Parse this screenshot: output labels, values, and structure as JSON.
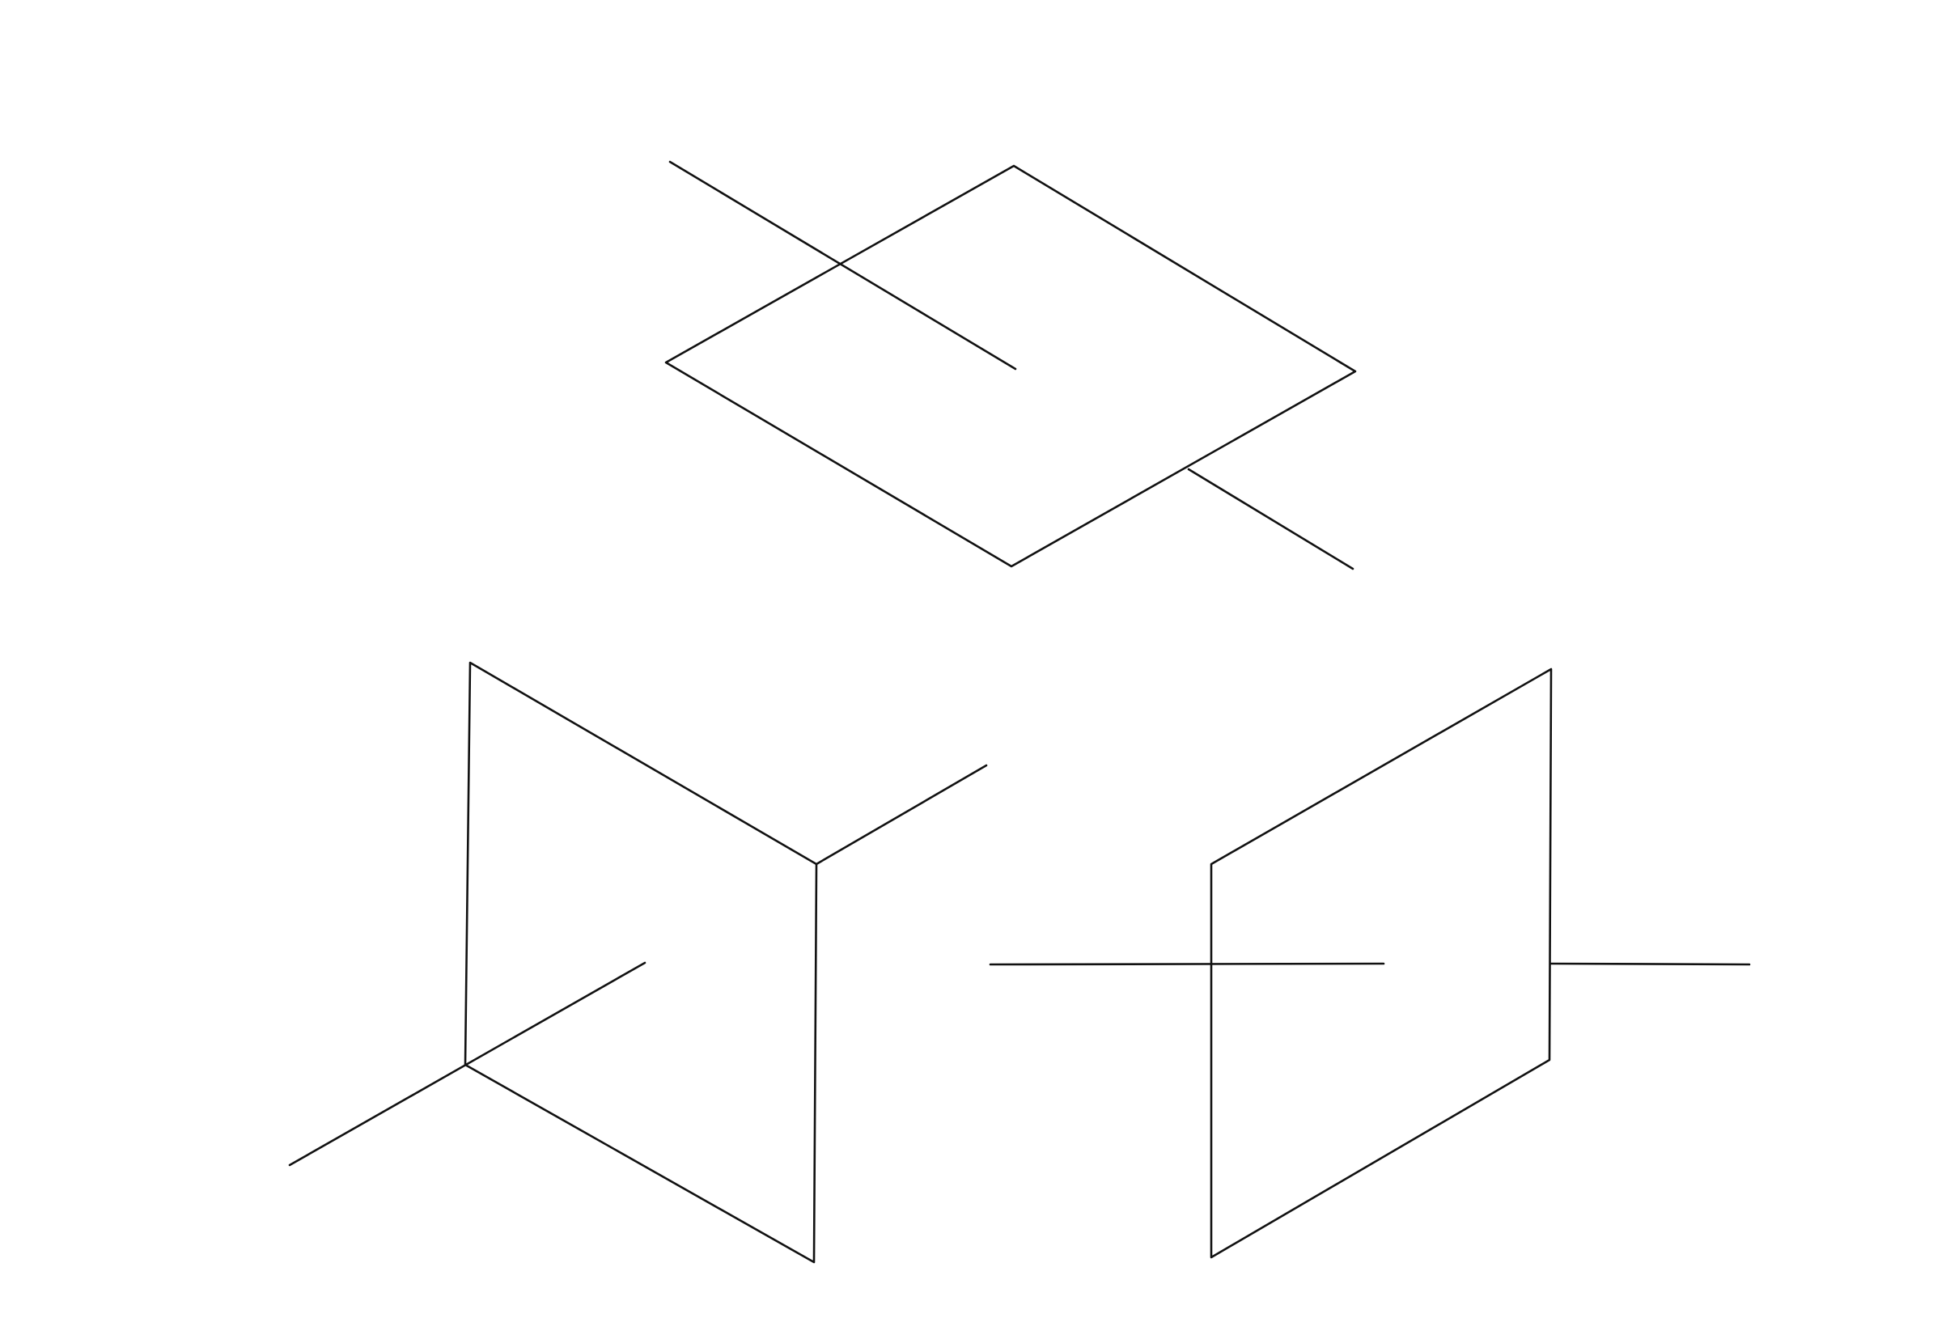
{
  "diagram": {
    "background": "#ffffff",
    "line_color": "#111111",
    "panels": [
      {
        "id": "horizontal-plane",
        "orientation": "horizontal",
        "axis": "tilted-line"
      },
      {
        "id": "left-vertical-plane",
        "orientation": "vertical-left",
        "axis": "tilted-line"
      },
      {
        "id": "right-vertical-plane",
        "orientation": "vertical-right",
        "axis": "horizontal-line"
      }
    ]
  }
}
